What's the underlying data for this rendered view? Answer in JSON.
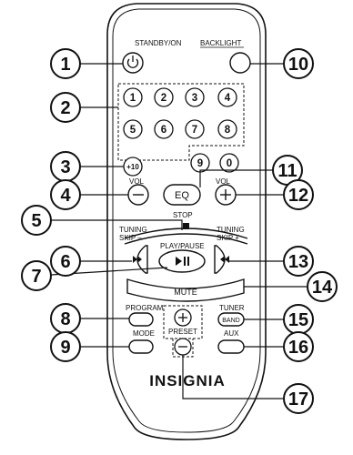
{
  "remote": {
    "labels": {
      "standby_on": "STANDBY/ON",
      "backlight": "BACKLIGHT",
      "vol_left": "VOL",
      "vol_right": "VOL",
      "stop": "STOP",
      "tuning_skip_minus_1": "TUNING",
      "tuning_skip_minus_2": "SKIP –",
      "tuning_skip_plus_1": "TUNING",
      "tuning_skip_plus_2": "SKIP +",
      "play_pause": "PLAY/PAUSE",
      "program": "PROGRAM",
      "tuner": "TUNER",
      "mode": "MODE",
      "preset": "PRESET",
      "aux": "AUX"
    },
    "buttons": {
      "plus10": "+10",
      "eq": "EQ",
      "mute": "MUTE",
      "band": "BAND"
    },
    "keypad": [
      "1",
      "2",
      "3",
      "4",
      "5",
      "6",
      "7",
      "8",
      "9",
      "0"
    ],
    "brand": "INSIGNIA",
    "icons": {
      "power": "power-icon",
      "stop": "stop-icon",
      "skip_back": "skip-back-icon",
      "skip_forward": "skip-forward-icon",
      "play_pause": "play-pause-icon"
    }
  },
  "callouts": [
    "1",
    "2",
    "3",
    "4",
    "5",
    "6",
    "7",
    "8",
    "9",
    "10",
    "11",
    "12",
    "13",
    "14",
    "15",
    "16",
    "17"
  ]
}
